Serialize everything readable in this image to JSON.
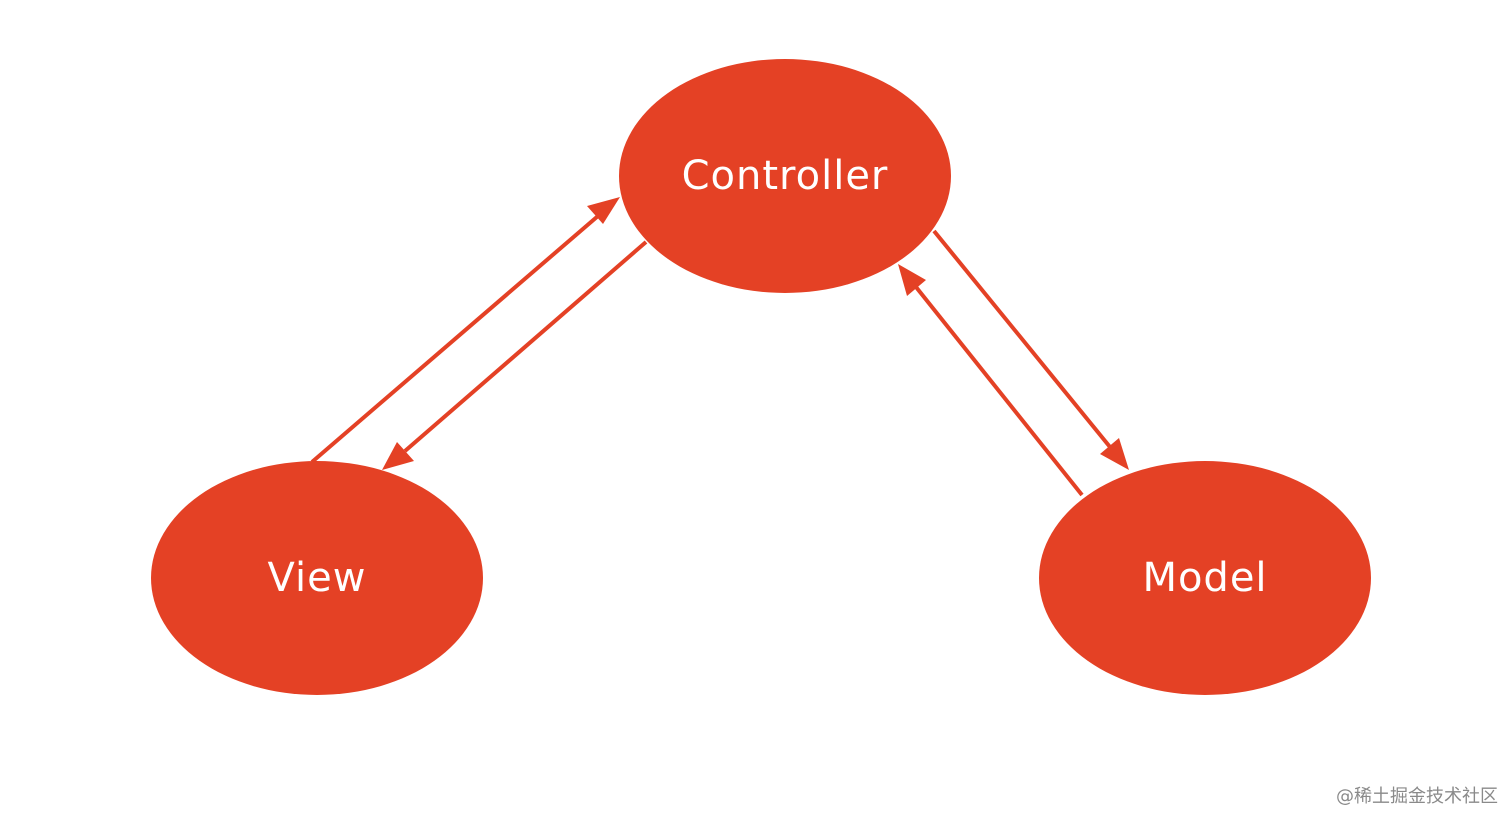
{
  "colors": {
    "node_fill": "#e44125",
    "arrow": "#e44125",
    "label": "#ffffff",
    "background": "#ffffff",
    "watermark": "#8a8a8a"
  },
  "nodes": {
    "controller": {
      "label": "Controller"
    },
    "view": {
      "label": "View"
    },
    "model": {
      "label": "Model"
    }
  },
  "edges": [
    {
      "from": "View",
      "to": "Controller"
    },
    {
      "from": "Controller",
      "to": "View"
    },
    {
      "from": "Controller",
      "to": "Model"
    },
    {
      "from": "Model",
      "to": "Controller"
    }
  ],
  "watermark": "@稀土掘金技术社区"
}
